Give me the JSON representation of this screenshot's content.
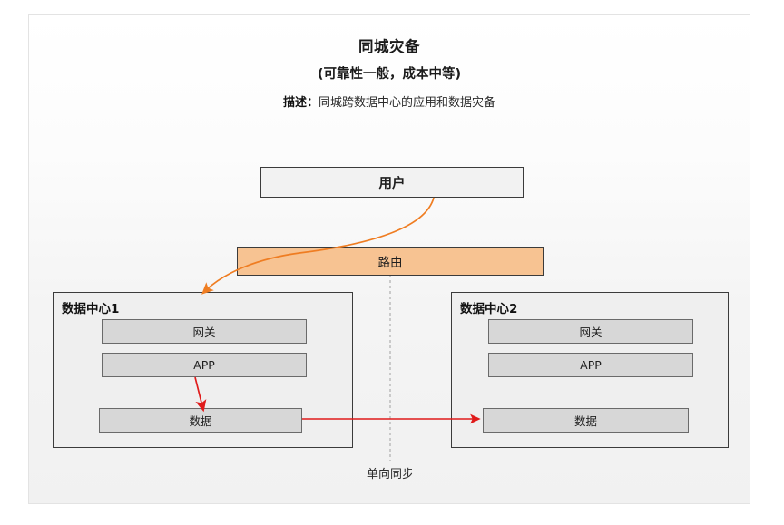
{
  "header": {
    "title": "同城灾备",
    "subtitle": "(可靠性一般，成本中等)",
    "description_label": "描述：",
    "description_text": "同城跨数据中心的应用和数据灾备"
  },
  "nodes": {
    "user": "用户",
    "route": "路由"
  },
  "data_centers": [
    {
      "label": "数据中心1",
      "components": [
        "网关",
        "APP",
        "数据"
      ]
    },
    {
      "label": "数据中心2",
      "components": [
        "网关",
        "APP",
        "数据"
      ]
    }
  ],
  "connections": {
    "sync_label": "单向同步"
  },
  "colors": {
    "route_fill": "#f7c392",
    "node_fill": "#f2f2f2",
    "component_fill": "#d7d7d7",
    "container_fill": "#efefef",
    "border_dark": "#3b3b3b",
    "border_mid": "#6a6a6a",
    "arrow_orange": "#ef7d22",
    "arrow_red": "#e01b1b",
    "divider_gray": "#b8b8b8"
  }
}
